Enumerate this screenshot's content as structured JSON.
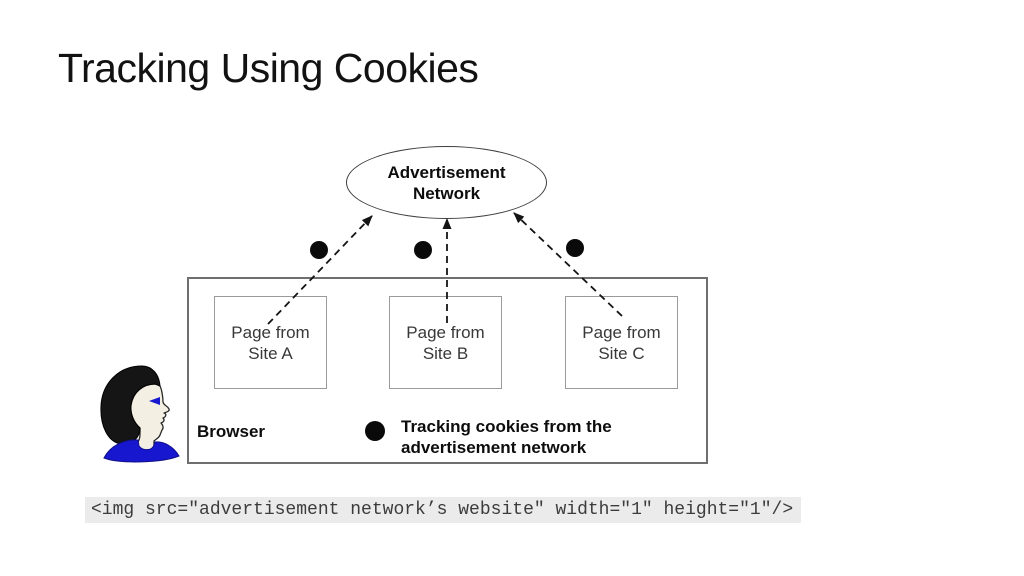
{
  "slide": {
    "title": "Tracking Using Cookies",
    "network_node": {
      "line1": "Advertisement",
      "line2": "Network"
    },
    "pages": [
      {
        "line1": "Page from",
        "line2": "Site A"
      },
      {
        "line1": "Page from",
        "line2": "Site B"
      },
      {
        "line1": "Page from",
        "line2": "Site C"
      }
    ],
    "browser_label": "Browser",
    "legend": {
      "line1": "Tracking cookies from the",
      "line2": "advertisement network"
    },
    "code_snippet": "<img src=\"advertisement network’s website\" width=\"1\" height=\"1\"/>",
    "icons": {
      "cookie_dot": "filled-black-circle",
      "user_face": "person-profile-clipart",
      "arrowhead": "solid-triangle"
    },
    "colors": {
      "background": "#ffffff",
      "title_text": "#121212",
      "page_box_border": "#9b9b9b",
      "browser_border": "#6f6f6f",
      "ellipse_border": "#3f3f3f",
      "code_background": "#ebebeb",
      "code_text": "#3c3c3c",
      "dot_black": "#0a0a0a",
      "collar_blue": "#1717cf",
      "face_cream": "#f3efe2",
      "hair_black": "#151515"
    }
  }
}
